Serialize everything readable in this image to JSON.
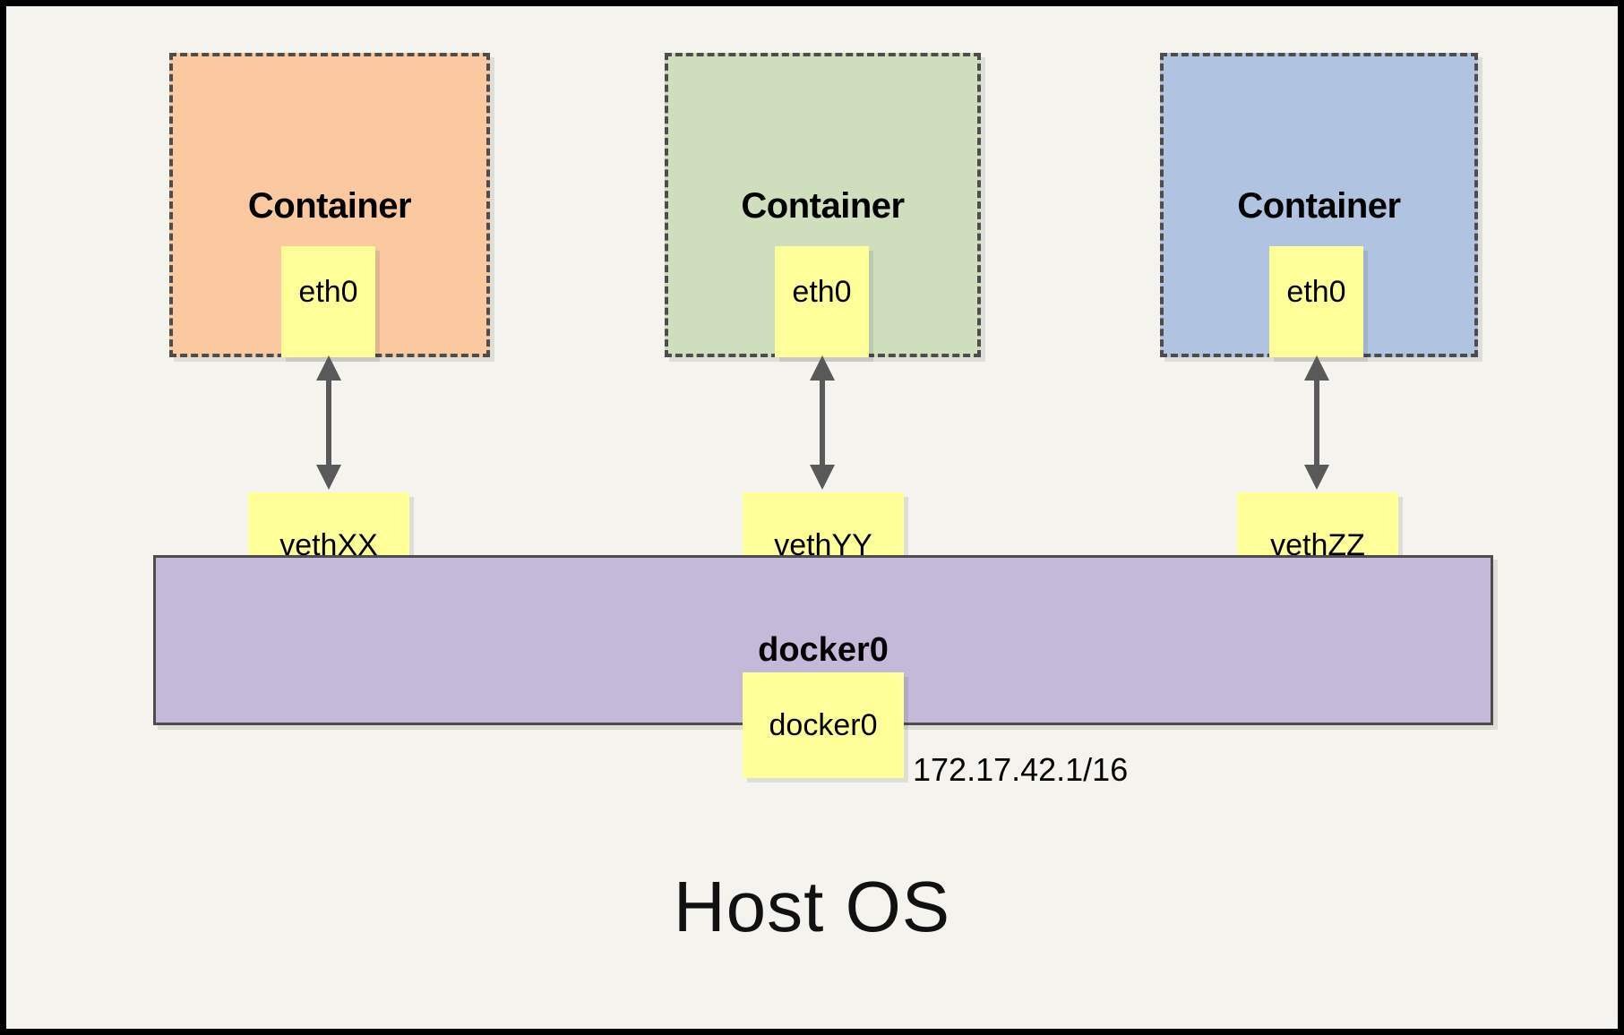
{
  "diagram": {
    "title_label": "Host OS",
    "bridge": {
      "name_label": "docker0",
      "port_label": "docker0",
      "ip_label": "172.17.42.1/16",
      "color": "#c5b9da"
    },
    "containers": [
      {
        "title": "Container",
        "iface_label": "eth0",
        "veth_label": "vethXX",
        "color": "#fac9a0"
      },
      {
        "title": "Container",
        "iface_label": "eth0",
        "veth_label": "vethYY",
        "color": "#cfdfbe"
      },
      {
        "title": "Container",
        "iface_label": "eth0",
        "veth_label": "vethZZ",
        "color": "#b0c3e0"
      }
    ],
    "colors": {
      "canvas": "#f4f3ee",
      "frame": "#000000",
      "iface": "#ffff99",
      "stroke": "#4d4d4d",
      "arrow": "#595959"
    }
  }
}
